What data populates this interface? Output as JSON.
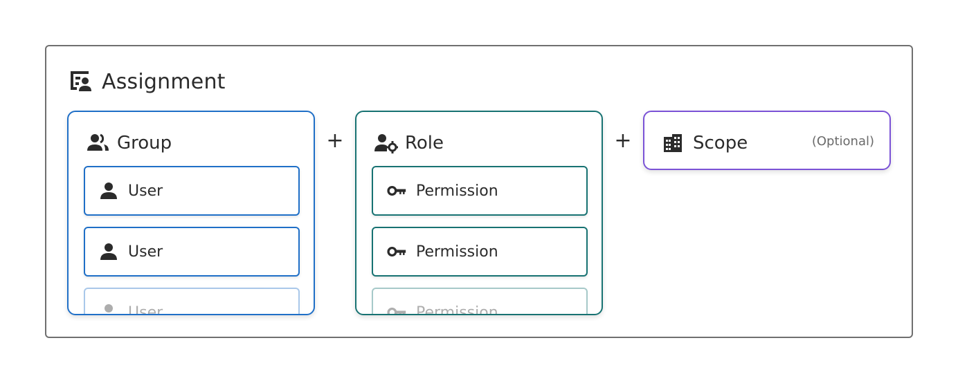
{
  "assignment": {
    "title": "Assignment",
    "icon": "assignment-icon"
  },
  "group": {
    "title": "Group",
    "icon": "group-icon",
    "accent": "#1f6fc7",
    "items": [
      {
        "label": "User",
        "icon": "user-icon"
      },
      {
        "label": "User",
        "icon": "user-icon"
      },
      {
        "label": "User",
        "icon": "user-icon"
      }
    ]
  },
  "operators": [
    "+",
    "+"
  ],
  "role": {
    "title": "Role",
    "icon": "role-icon",
    "accent": "#177272",
    "items": [
      {
        "label": "Permission",
        "icon": "key-icon"
      },
      {
        "label": "Permission",
        "icon": "key-icon"
      },
      {
        "label": "Permission",
        "icon": "key-icon"
      }
    ]
  },
  "scope": {
    "title": "Scope",
    "note": "(Optional)",
    "icon": "building-icon",
    "accent": "#7a52d6"
  }
}
